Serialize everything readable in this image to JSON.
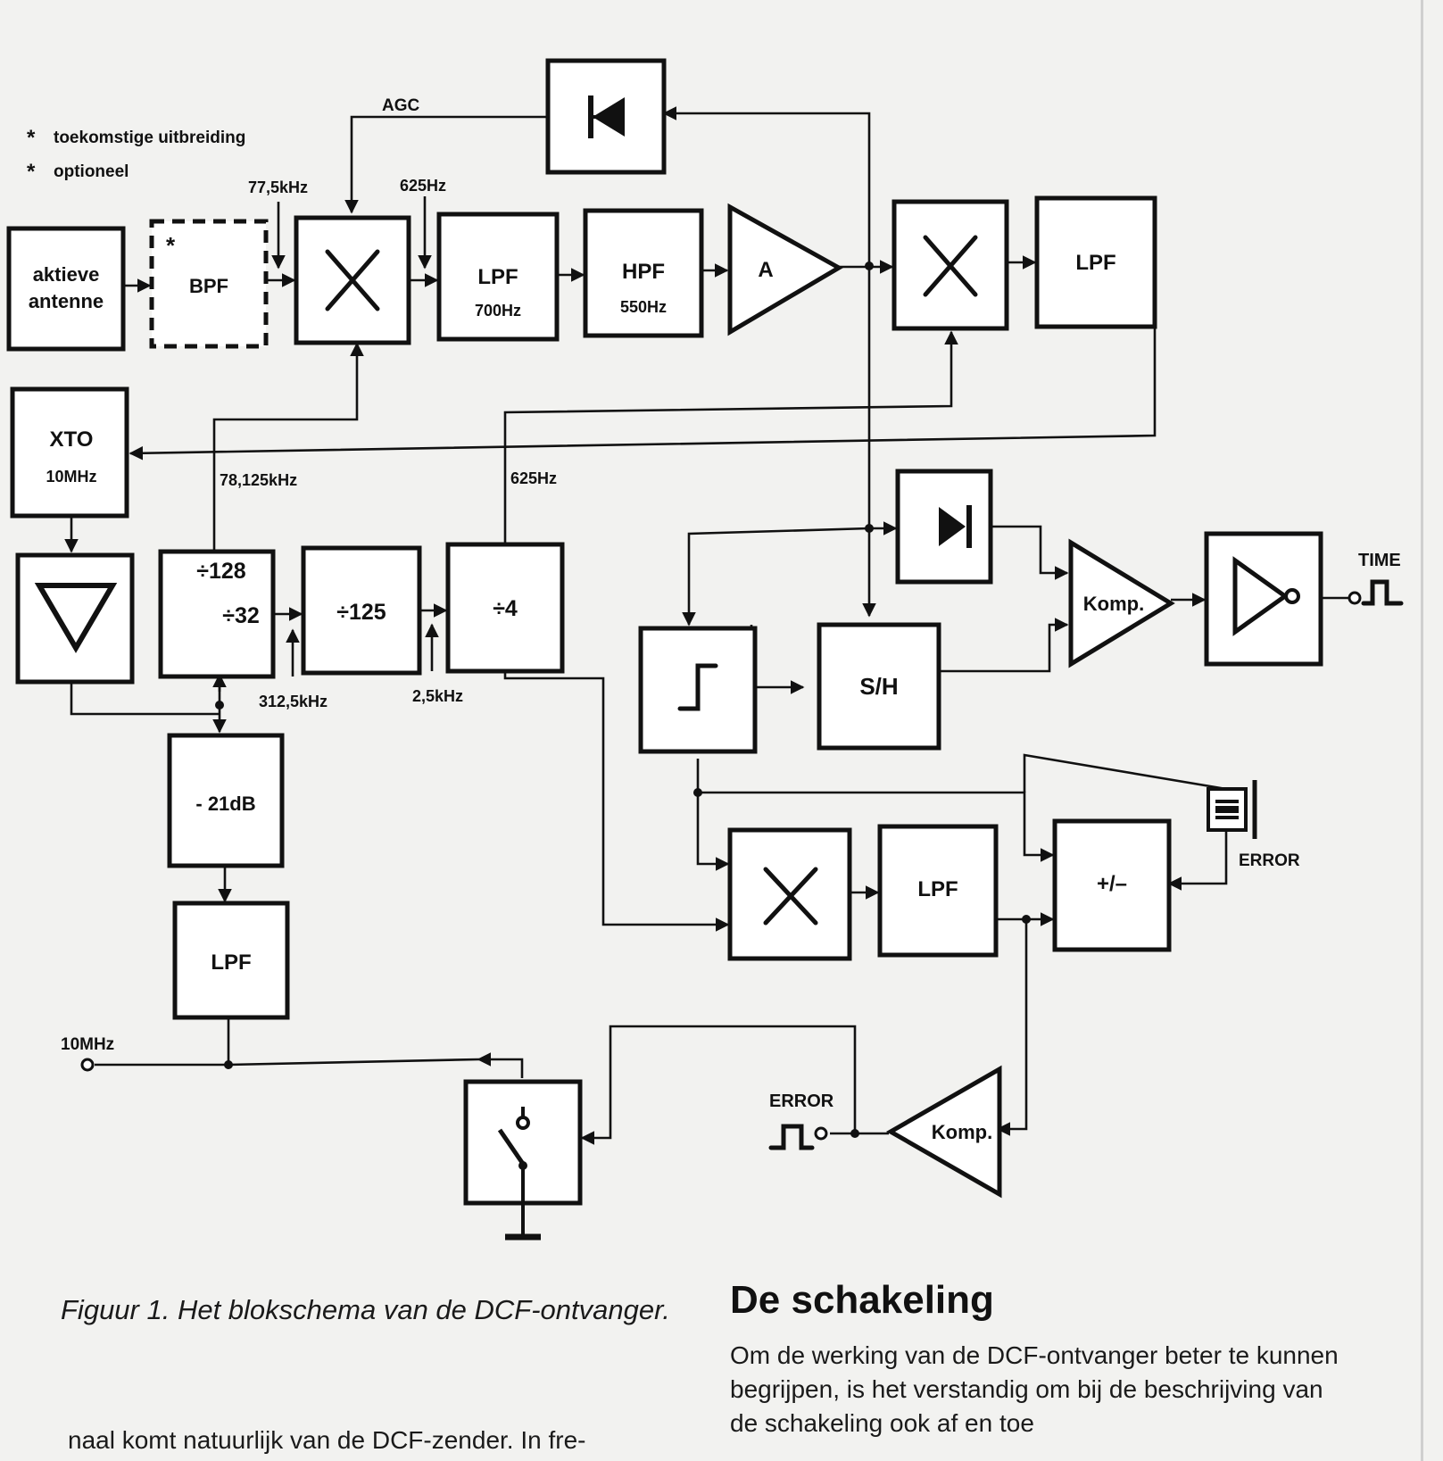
{
  "legend": {
    "future": "toekomstige uitbreiding",
    "optional": "optioneel",
    "marker": "*"
  },
  "blocks": {
    "antenna_line1": "aktieve",
    "antenna_line2": "antenne",
    "bpf": "BPF",
    "lpf1": "LPF",
    "lpf1_sub": "700Hz",
    "hpf": "HPF",
    "hpf_sub": "550Hz",
    "amp": "A",
    "lpf2": "LPF",
    "xto": "XTO",
    "xto_sub": "10MHz",
    "div128": "÷128",
    "div32": "÷32",
    "div125": "÷125",
    "div4": "÷4",
    "att": "- 21dB",
    "sh": "S/H",
    "komp1": "Komp.",
    "lpf3": "LPF",
    "pm": "+/–",
    "lpf4": "LPF",
    "komp2": "Komp."
  },
  "signals": {
    "agc": "AGC",
    "f775": "77,5kHz",
    "f625a": "625Hz",
    "f78": "78,125kHz",
    "f625b": "625Hz",
    "f312": "312,5kHz",
    "f25": "2,5kHz",
    "time": "TIME",
    "error_right": "ERROR",
    "out10m": "10MHz",
    "error_bottom": "ERROR"
  },
  "caption": "Figuur 1. Het blokschema van de DCF-ontvanger.",
  "heading": "De schakeling",
  "body_text": "Om de werking van de DCF-ontvanger beter te kunnen begrijpen, is het verstandig om bij de beschrijving van de schakeling ook af en toe",
  "bottom_left_text": "naal komt natuurlijk van de DCF-zender. In fre-"
}
